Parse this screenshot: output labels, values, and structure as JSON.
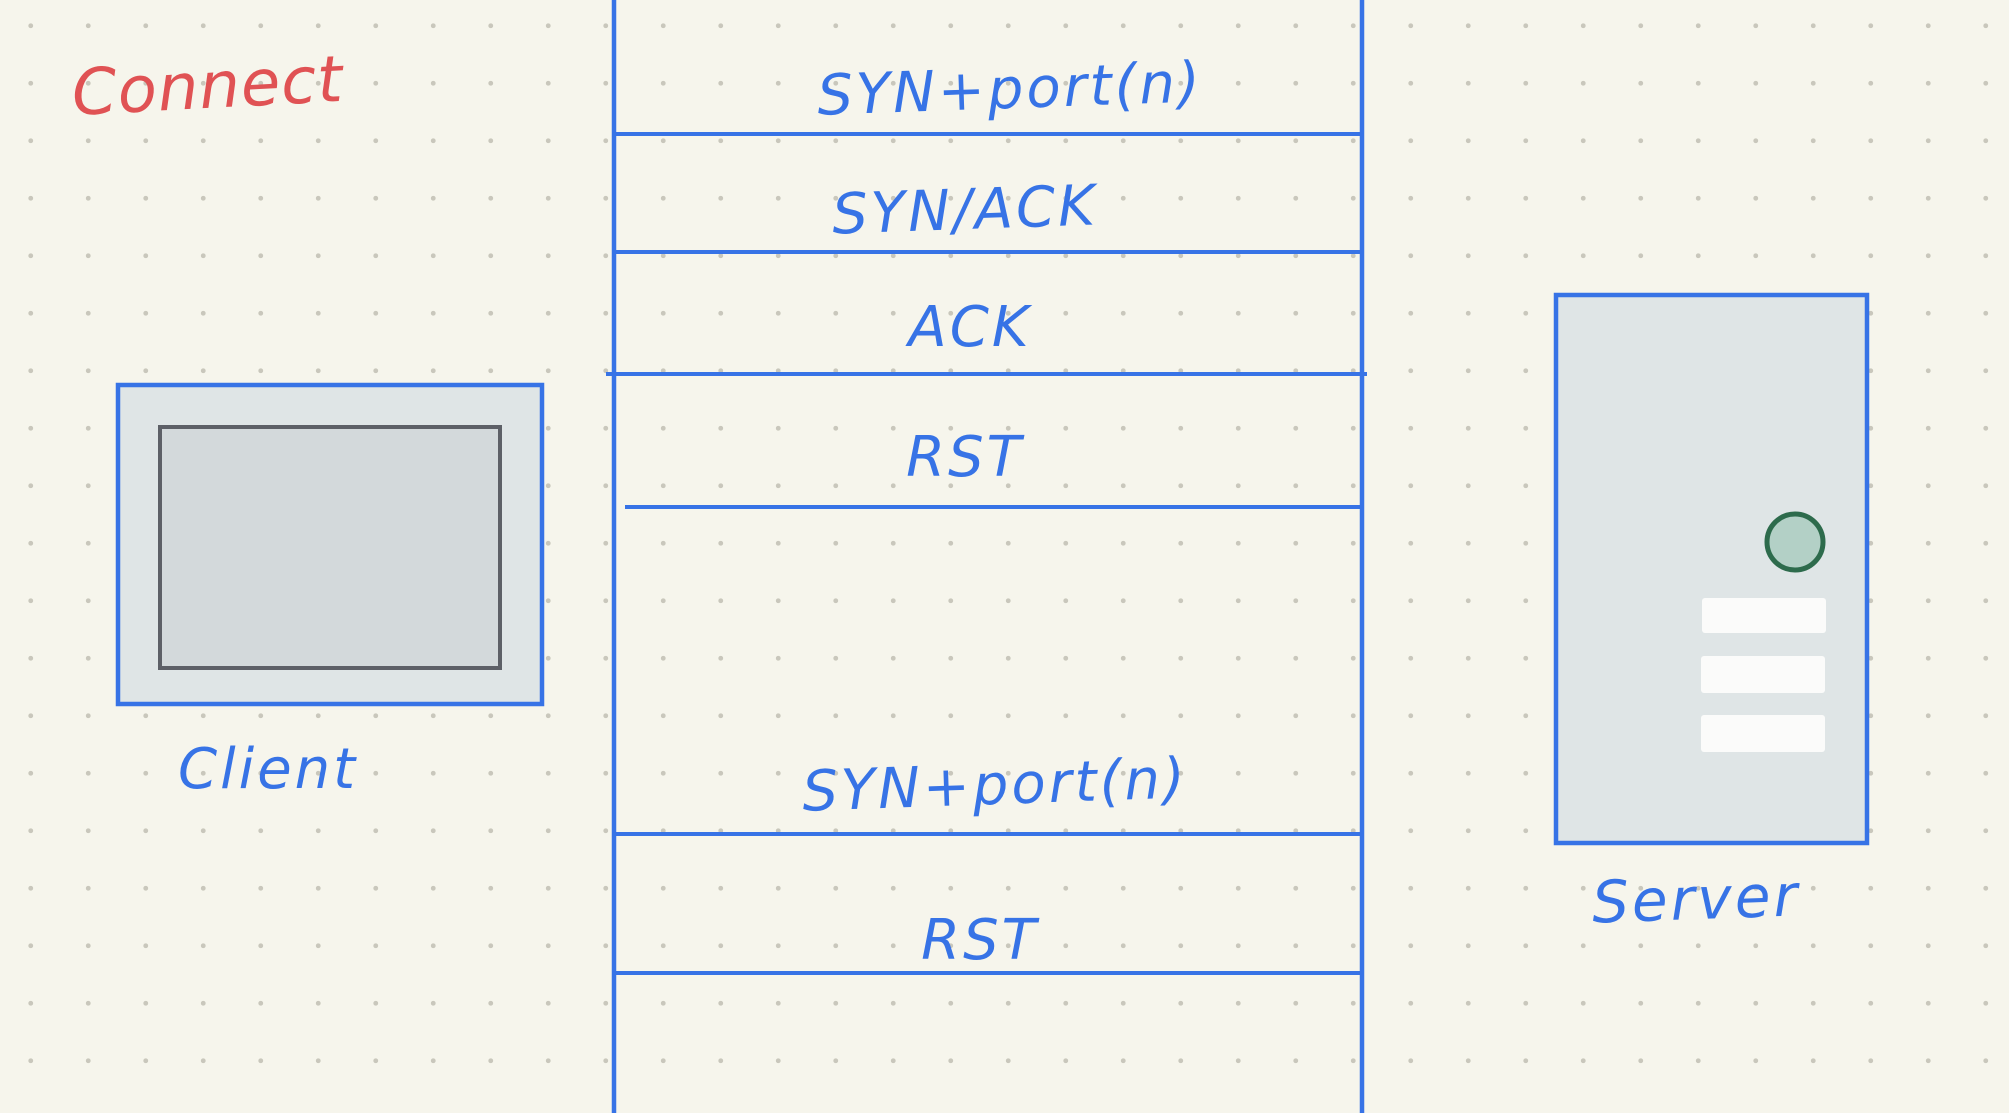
{
  "title": "Connect",
  "colors": {
    "ink_blue": "#3773e6",
    "title_red": "#e05254",
    "box_fill": "#dfe5e6",
    "screen_fill": "#d3d9db",
    "screen_border": "#5d6067",
    "led_fill": "#b3d0c6",
    "led_border": "#2d6b4c",
    "slot_fill": "#fbfbfa"
  },
  "client": {
    "label": "Client",
    "icon": "monitor-icon"
  },
  "server": {
    "label": "Server",
    "icon": "server-icon"
  },
  "messages": [
    {
      "label": "SYN+port(n)"
    },
    {
      "label": "SYN/ACK"
    },
    {
      "label": "ACK"
    },
    {
      "label": "RST"
    },
    {
      "label": "SYN+port(n)"
    },
    {
      "label": "RST"
    }
  ]
}
